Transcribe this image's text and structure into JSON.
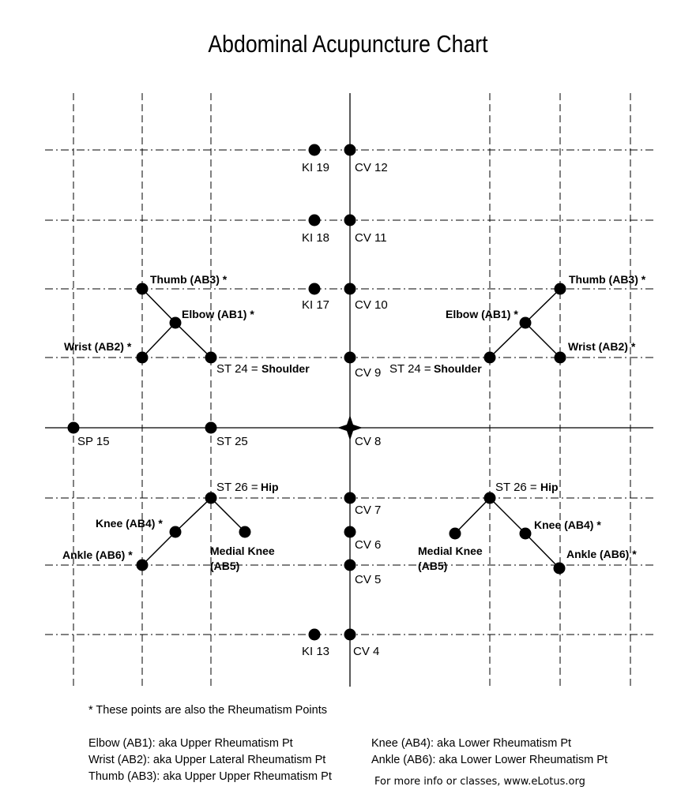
{
  "title": "Abdominal Acupuncture Chart",
  "points": [
    {
      "id": "ki19",
      "label": "KI 19"
    },
    {
      "id": "cv12",
      "label": "CV 12"
    },
    {
      "id": "ki18",
      "label": "KI 18"
    },
    {
      "id": "cv11",
      "label": "CV 11"
    },
    {
      "id": "ki17",
      "label": "KI 17"
    },
    {
      "id": "cv10",
      "label": "CV 10"
    },
    {
      "id": "cv9",
      "label": "CV 9"
    },
    {
      "id": "cv8",
      "label": "CV 8"
    },
    {
      "id": "sp15",
      "label": "SP 15"
    },
    {
      "id": "st25",
      "label": "ST 25"
    },
    {
      "id": "cv7",
      "label": "CV 7"
    },
    {
      "id": "cv6",
      "label": "CV 6"
    },
    {
      "id": "cv5",
      "label": "CV 5"
    },
    {
      "id": "ki13",
      "label": "KI 13"
    },
    {
      "id": "cv4",
      "label": "CV 4"
    }
  ],
  "left_upper": {
    "thumb": "Thumb (AB3) *",
    "elbow": "Elbow (AB1) *",
    "wrist": "Wrist (AB2) *",
    "st24": "ST 24 =",
    "shoulder": "Shoulder"
  },
  "right_upper": {
    "thumb": "Thumb (AB3) *",
    "elbow": "Elbow (AB1) *",
    "wrist": "Wrist (AB2) *",
    "st24": "ST 24 =",
    "shoulder": "Shoulder"
  },
  "left_lower": {
    "st26": "ST 26 =",
    "hip": "Hip",
    "knee": "Knee (AB4) *",
    "ankle": "Ankle (AB6) *",
    "medial_knee_1": "Medial Knee",
    "medial_knee_2": "(AB5)"
  },
  "right_lower": {
    "st26": "ST 26 =",
    "hip": "Hip",
    "knee": "Knee (AB4) *",
    "ankle": "Ankle (AB6) *",
    "medial_knee_1": "Medial Knee",
    "medial_knee_2": "(AB5)"
  },
  "notes": {
    "rheumatism": "* These points are also the Rheumatism Points",
    "elbow": "Elbow (AB1): aka Upper Rheumatism Pt",
    "wrist": "Wrist (AB2): aka Upper Lateral Rheumatism Pt",
    "thumb": "Thumb (AB3): aka Upper Upper Rheumatism Pt",
    "knee": "Knee (AB4): aka Lower Rheumatism Pt",
    "ankle": "Ankle (AB6): aka Lower Lower Rheumatism Pt",
    "credit": "For more info or classes, www.eLotus.org"
  }
}
